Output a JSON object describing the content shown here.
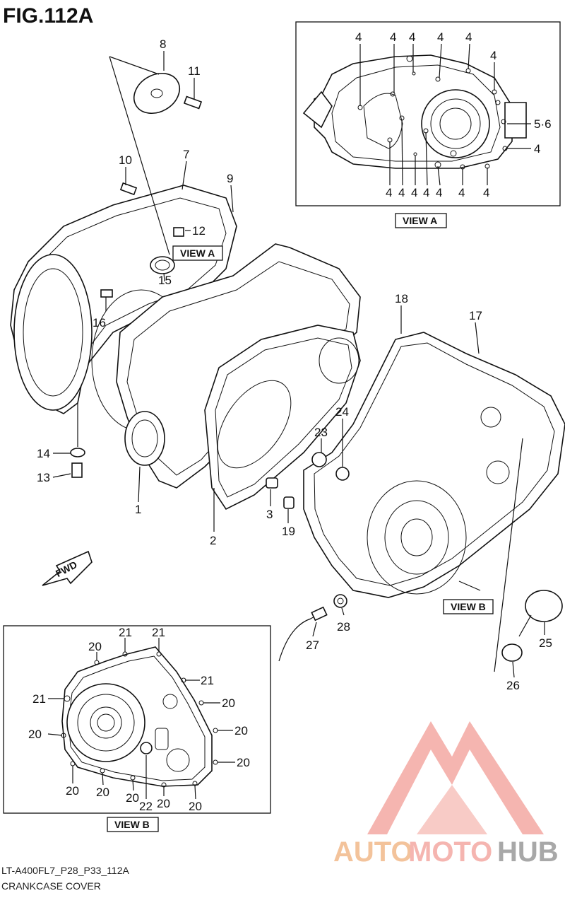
{
  "figure": {
    "title": "FIG.112A",
    "code": "LT-A400FL7_P28_P33_112A",
    "caption": "CRANKCASE COVER"
  },
  "views": {
    "view_a": "VIEW A",
    "view_b": "VIEW B"
  },
  "fwd": "FWD",
  "brand": {
    "part1": "AUTO",
    "part2": "MOTO",
    "part3": "HUB",
    "color_primary": "#f4a9a3",
    "color_mid": "#f2b98a",
    "color_dark": "#9a9a9a"
  },
  "callouts": {
    "c1": "1",
    "c2": "2",
    "c3": "3",
    "c7": "7",
    "c8": "8",
    "c9": "9",
    "c10": "10",
    "c11": "11",
    "c12": "12",
    "c13": "13",
    "c14": "14",
    "c15": "15",
    "c16": "16",
    "c17": "17",
    "c18": "18",
    "c19": "19",
    "c23": "23",
    "c24": "24",
    "c25": "25",
    "c26": "26",
    "c27": "27",
    "c28": "28"
  },
  "view_a_labels": {
    "four": "4",
    "five_six": "5·6"
  },
  "view_b_labels": {
    "twenty": "20",
    "twenty_one": "21",
    "twenty_two": "22"
  }
}
